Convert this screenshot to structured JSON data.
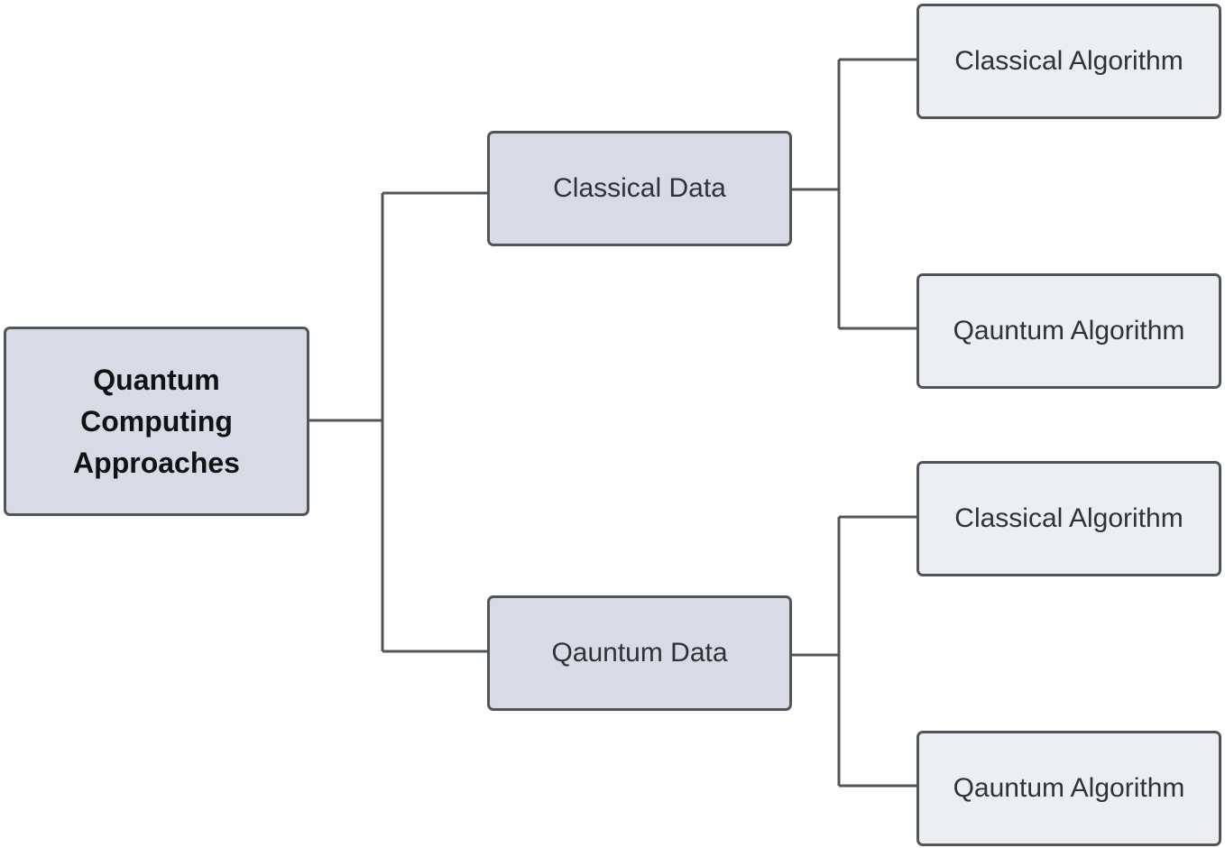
{
  "diagram": {
    "root": {
      "label": "Quantum Computing Approaches",
      "lines": [
        "Quantum",
        "Computing",
        "Approaches"
      ]
    },
    "branches": [
      {
        "label": "Classical Data",
        "children": [
          {
            "label": "Classical Algorithm"
          },
          {
            "label": "Qauntum Algorithm"
          }
        ]
      },
      {
        "label": "Qauntum Data",
        "children": [
          {
            "label": "Classical Algorithm"
          },
          {
            "label": "Qauntum Algorithm"
          }
        ]
      }
    ],
    "colors": {
      "connector": "#505559",
      "node_border": "#505559",
      "root_fill": "#d8dae5",
      "branch_fill": "#d8dae5",
      "leaf_fill": "#eceef2"
    }
  }
}
